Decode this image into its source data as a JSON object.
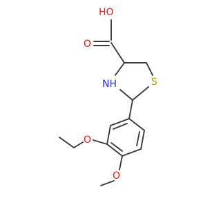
{
  "molecule": {
    "atoms": {
      "ho": {
        "text": "HO",
        "color": "#e0201b"
      },
      "o_carbonyl": {
        "text": "O",
        "color": "#e0201b"
      },
      "s": {
        "text": "S",
        "color": "#b8a000"
      },
      "nh": {
        "text": "NH",
        "color": "#2a2ae0"
      },
      "o_ethoxy": {
        "text": "O",
        "color": "#e0201b"
      },
      "o_methoxy": {
        "text": "O",
        "color": "#e0201b"
      }
    },
    "bond_color": "#3a3a3a"
  }
}
